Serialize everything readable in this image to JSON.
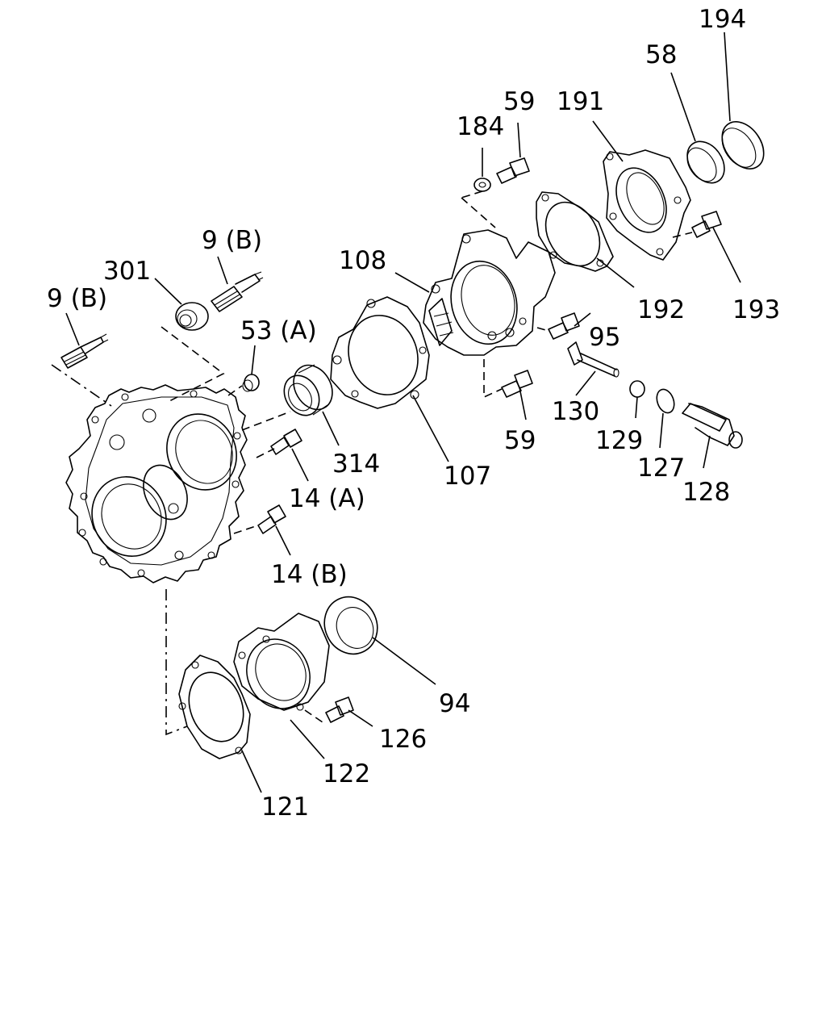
{
  "callouts": {
    "c194": "194",
    "c58": "58",
    "c59_top": "59",
    "c191": "191",
    "c184": "184",
    "c9b_upper": "9 (B)",
    "c301": "301",
    "c108": "108",
    "c9b_left": "9 (B)",
    "c53a": "53 (A)",
    "c192": "192",
    "c193": "193",
    "c95": "95",
    "c130": "130",
    "c314": "314",
    "c107": "107",
    "c59_mid": "59",
    "c129": "129",
    "c127": "127",
    "c128": "128",
    "c14a": "14 (A)",
    "c14b": "14 (B)",
    "c94": "94",
    "c126": "126",
    "c122": "122",
    "c121": "121"
  }
}
